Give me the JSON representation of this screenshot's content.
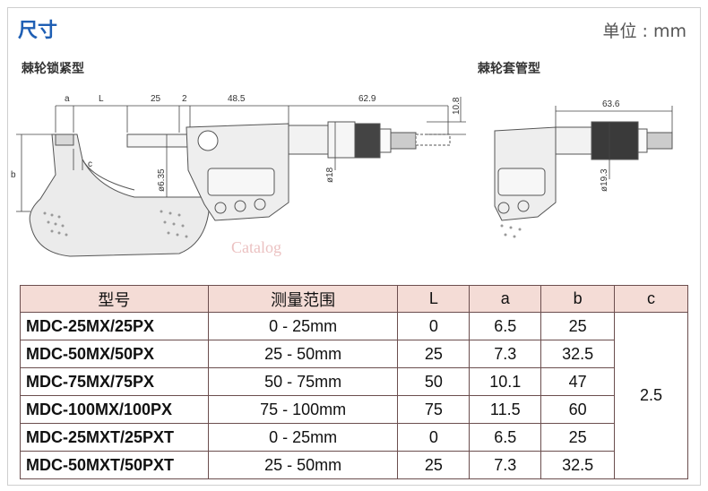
{
  "title": "尺寸",
  "unit_label": "单位 : mm",
  "left_diagram": {
    "caption": "棘轮锁紧型",
    "dims": {
      "a": "a",
      "L": "L",
      "d25": "25",
      "d2": "2",
      "d485": "48.5",
      "d629": "62.9",
      "d108": "10.8",
      "c": "c",
      "b": "b",
      "phi635": "ø6.35",
      "phi18": "ø18"
    }
  },
  "right_diagram": {
    "caption": "棘轮套管型",
    "dims": {
      "d636": "63.6",
      "phi193": "ø19.3"
    }
  },
  "watermark": "Catalog",
  "table": {
    "headers": [
      "型号",
      "测量范围",
      "L",
      "a",
      "b",
      "c"
    ],
    "rows": [
      [
        "MDC-25MX/25PX",
        "0 - 25mm",
        "0",
        "6.5",
        "25"
      ],
      [
        "MDC-50MX/50PX",
        "25 - 50mm",
        "25",
        "7.3",
        "32.5"
      ],
      [
        "MDC-75MX/75PX",
        "50 - 75mm",
        "50",
        "10.1",
        "47"
      ],
      [
        "MDC-100MX/100PX",
        "75 - 100mm",
        "75",
        "11.5",
        "60"
      ],
      [
        "MDC-25MXT/25PXT",
        "0 - 25mm",
        "0",
        "6.5",
        "25"
      ],
      [
        "MDC-50MXT/50PXT",
        "25 - 50mm",
        "25",
        "7.3",
        "32.5"
      ]
    ],
    "c_value": "2.5"
  }
}
